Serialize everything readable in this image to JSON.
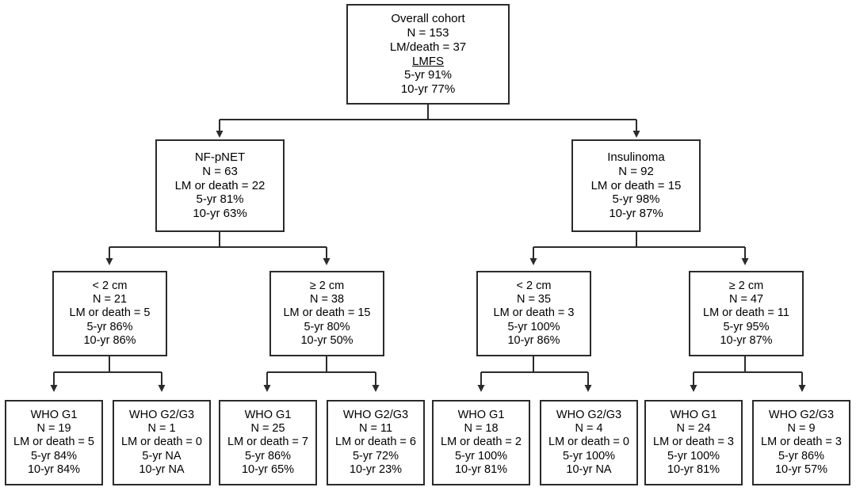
{
  "figure": {
    "type": "flowchart",
    "title": "",
    "orientation": "top-down",
    "colors": {
      "box_border": "#2b2b2b",
      "connector": "#2b2b2b",
      "background": "#ffffff",
      "text": "#000000"
    }
  },
  "nodes": {
    "root": {
      "id": "overall-cohort",
      "label": "Overall cohort",
      "lines": [
        "Overall cohort",
        "N = 153",
        "LM/death = 37",
        "LMFS",
        "5-yr 91%",
        "10-yr 77%"
      ],
      "underline_index": 3,
      "n": 153,
      "events": 37,
      "metric": "LMFS",
      "surv_5yr": "91%",
      "surv_10yr": "77%"
    },
    "level1": [
      {
        "id": "nf-pnet",
        "label": "NF-pNET",
        "lines": [
          "NF-pNET",
          "N = 63",
          "LM or death = 22",
          "5-yr 81%",
          "10-yr 63%"
        ],
        "n": 63,
        "events": 22,
        "surv_5yr": "81%",
        "surv_10yr": "63%"
      },
      {
        "id": "insulinoma",
        "label": "Insulinoma",
        "lines": [
          "Insulinoma",
          "N = 92",
          "LM or death = 15",
          "5-yr 98%",
          "10-yr 87%"
        ],
        "n": 92,
        "events": 15,
        "surv_5yr": "98%",
        "surv_10yr": "87%"
      }
    ],
    "level2": [
      {
        "id": "nfpnet-lt2cm",
        "label": "< 2 cm",
        "lines": [
          "< 2 cm",
          "N = 21",
          "LM or death = 5",
          "5-yr 86%",
          "10-yr 86%"
        ],
        "n": 21,
        "events": 5,
        "surv_5yr": "86%",
        "surv_10yr": "86%"
      },
      {
        "id": "nfpnet-ge2cm",
        "label": "≥ 2 cm",
        "lines": [
          "≥ 2 cm",
          "N = 38",
          "LM or death = 15",
          "5-yr 80%",
          "10-yr 50%"
        ],
        "n": 38,
        "events": 15,
        "surv_5yr": "80%",
        "surv_10yr": "50%"
      },
      {
        "id": "insulinoma-lt2cm",
        "label": "< 2 cm",
        "lines": [
          "< 2 cm",
          "N = 35",
          "LM or death = 3",
          "5-yr 100%",
          "10-yr 86%"
        ],
        "n": 35,
        "events": 3,
        "surv_5yr": "100%",
        "surv_10yr": "86%"
      },
      {
        "id": "insulinoma-ge2cm",
        "label": "≥ 2 cm",
        "lines": [
          "≥ 2 cm",
          "N = 47",
          "LM or death = 11",
          "5-yr 95%",
          "10-yr 87%"
        ],
        "n": 47,
        "events": 11,
        "surv_5yr": "95%",
        "surv_10yr": "87%"
      }
    ],
    "level3": [
      {
        "id": "nfpnet-lt2cm-g1",
        "label": "WHO G1",
        "lines": [
          "WHO G1",
          "N = 19",
          "LM or death = 5",
          "5-yr 84%",
          "10-yr 84%"
        ],
        "n": 19,
        "events": 5,
        "surv_5yr": "84%",
        "surv_10yr": "84%"
      },
      {
        "id": "nfpnet-lt2cm-g2g3",
        "label": "WHO G2/G3",
        "lines": [
          "WHO G2/G3",
          "N = 1",
          "LM or death = 0",
          "5-yr NA",
          "10-yr NA"
        ],
        "n": 1,
        "events": 0,
        "surv_5yr": "NA",
        "surv_10yr": "NA"
      },
      {
        "id": "nfpnet-ge2cm-g1",
        "label": "WHO G1",
        "lines": [
          "WHO G1",
          "N = 25",
          "LM or death = 7",
          "5-yr 86%",
          "10-yr 65%"
        ],
        "n": 25,
        "events": 7,
        "surv_5yr": "86%",
        "surv_10yr": "65%"
      },
      {
        "id": "nfpnet-ge2cm-g2g3",
        "label": "WHO G2/G3",
        "lines": [
          "WHO G2/G3",
          "N = 11",
          "LM or death = 6",
          "5-yr 72%",
          "10-yr 23%"
        ],
        "n": 11,
        "events": 6,
        "surv_5yr": "72%",
        "surv_10yr": "23%"
      },
      {
        "id": "insulinoma-lt2cm-g1",
        "label": "WHO G1",
        "lines": [
          "WHO G1",
          "N = 18",
          "LM or death = 2",
          "5-yr 100%",
          "10-yr 81%"
        ],
        "n": 18,
        "events": 2,
        "surv_5yr": "100%",
        "surv_10yr": "81%"
      },
      {
        "id": "insulinoma-lt2cm-g2g3",
        "label": "WHO G2/G3",
        "lines": [
          "WHO G2/G3",
          "N = 4",
          "LM or death = 0",
          "5-yr 100%",
          "10-yr NA"
        ],
        "n": 4,
        "events": 0,
        "surv_5yr": "100%",
        "surv_10yr": "NA"
      },
      {
        "id": "insulinoma-ge2cm-g1",
        "label": "WHO G1",
        "lines": [
          "WHO G1",
          "N = 24",
          "LM or death = 3",
          "5-yr 100%",
          "10-yr 81%"
        ],
        "n": 24,
        "events": 3,
        "surv_5yr": "100%",
        "surv_10yr": "81%"
      },
      {
        "id": "insulinoma-ge2cm-g2g3",
        "label": "WHO G2/G3",
        "lines": [
          "WHO G2/G3",
          "N = 9",
          "LM or death = 3",
          "5-yr 86%",
          "10-yr 57%"
        ],
        "n": 9,
        "events": 3,
        "surv_5yr": "86%",
        "surv_10yr": "57%"
      }
    ]
  }
}
